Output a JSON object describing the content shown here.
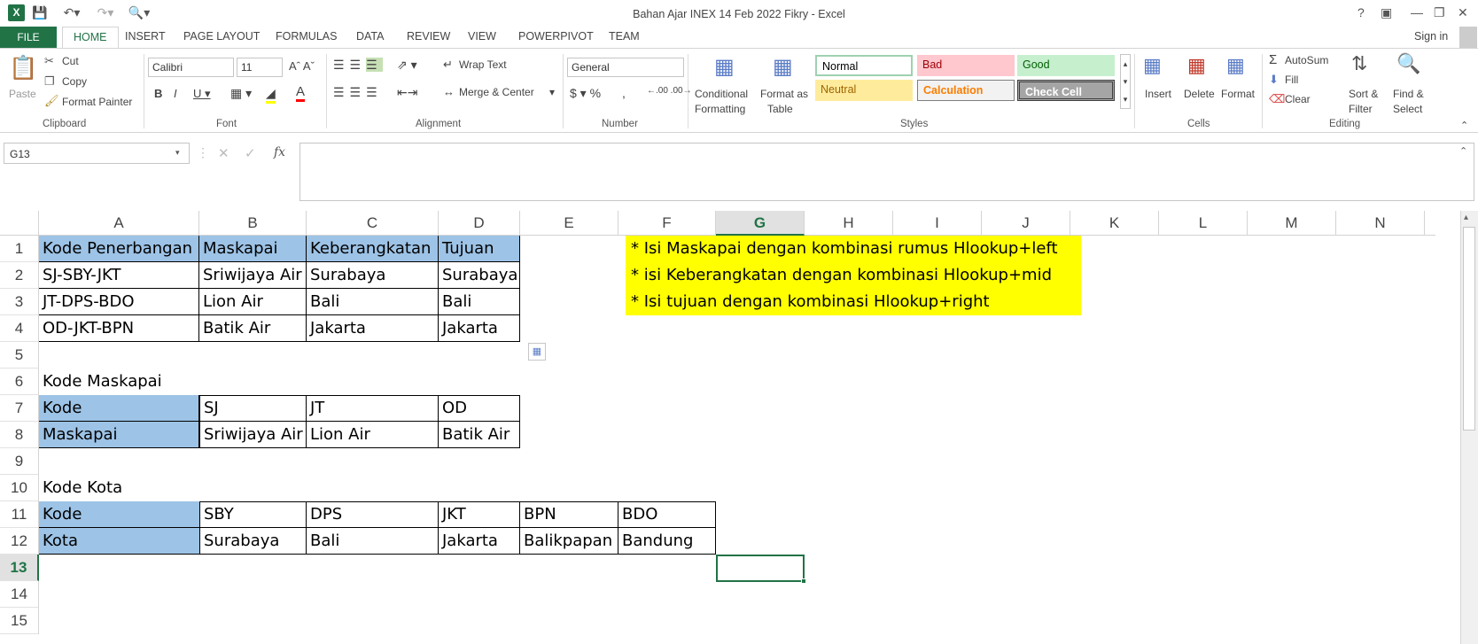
{
  "window": {
    "title": "Bahan Ajar INEX 14 Feb 2022 Fikry - Excel",
    "help": "?",
    "sign_in": "Sign in"
  },
  "menu": {
    "file": "FILE",
    "tabs": [
      "HOME",
      "INSERT",
      "PAGE LAYOUT",
      "FORMULAS",
      "DATA",
      "REVIEW",
      "VIEW",
      "POWERPIVOT",
      "TEAM"
    ]
  },
  "ribbon": {
    "clipboard": {
      "paste": "Paste",
      "cut": "Cut",
      "copy": "Copy",
      "format_painter": "Format Painter",
      "label": "Clipboard"
    },
    "font": {
      "name": "Calibri",
      "size": "11",
      "label": "Font"
    },
    "alignment": {
      "wrap_text": "Wrap Text",
      "merge_center": "Merge & Center",
      "label": "Alignment"
    },
    "number": {
      "format": "General",
      "label": "Number"
    },
    "styles": {
      "conditional": "Conditional",
      "formatting": "Formatting",
      "format_as": "Format as",
      "table": "Table",
      "cells": [
        "Normal",
        "Bad",
        "Good",
        "Neutral",
        "Calculation",
        "Check Cell"
      ],
      "label": "Styles"
    },
    "cells": {
      "insert": "Insert",
      "delete": "Delete",
      "format": "Format",
      "label": "Cells"
    },
    "editing": {
      "autosum": "AutoSum",
      "fill": "Fill",
      "clear": "Clear",
      "sort_filter_1": "Sort &",
      "sort_filter_2": "Filter",
      "find_select_1": "Find &",
      "find_select_2": "Select",
      "label": "Editing"
    }
  },
  "formula_bar": {
    "name_box": "G13",
    "fx": "fx",
    "value": ""
  },
  "sheet": {
    "columns": [
      "A",
      "B",
      "C",
      "D",
      "E",
      "F",
      "G",
      "H",
      "I",
      "J",
      "K",
      "L",
      "M",
      "N"
    ],
    "selected_column": "G",
    "rows": [
      "1",
      "2",
      "3",
      "4",
      "5",
      "6",
      "7",
      "8",
      "9",
      "10",
      "11",
      "12",
      "13",
      "14",
      "15"
    ],
    "selected_row": "13",
    "table1": {
      "headers": [
        "Kode Penerbangan",
        "Maskapai",
        "Keberangkatan",
        "Tujuan"
      ],
      "rows": [
        [
          "SJ-SBY-JKT",
          "Sriwijaya Air",
          "Surabaya",
          "Surabaya"
        ],
        [
          "JT-DPS-BDO",
          "Lion Air",
          "Bali",
          "Bali"
        ],
        [
          "OD-JKT-BPN",
          "Batik Air",
          "Jakarta",
          "Jakarta"
        ]
      ]
    },
    "notes": [
      "* Isi Maskapai dengan kombinasi rumus Hlookup+left",
      "* isi Keberangkatan dengan kombinasi Hlookup+mid",
      "* Isi tujuan dengan kombinasi Hlookup+right"
    ],
    "table2": {
      "title": "Kode Maskapai",
      "row1": [
        "Kode",
        "SJ",
        "JT",
        "OD"
      ],
      "row2": [
        "Maskapai",
        "Sriwijaya Air",
        "Lion Air",
        "Batik Air"
      ]
    },
    "table3": {
      "title": "Kode Kota",
      "row1": [
        "Kode",
        "SBY",
        "DPS",
        "JKT",
        "BPN",
        "BDO"
      ],
      "row2": [
        "Kota",
        "Surabaya",
        "Bali",
        "Jakarta",
        "Balikpapan",
        "Bandung"
      ]
    }
  }
}
